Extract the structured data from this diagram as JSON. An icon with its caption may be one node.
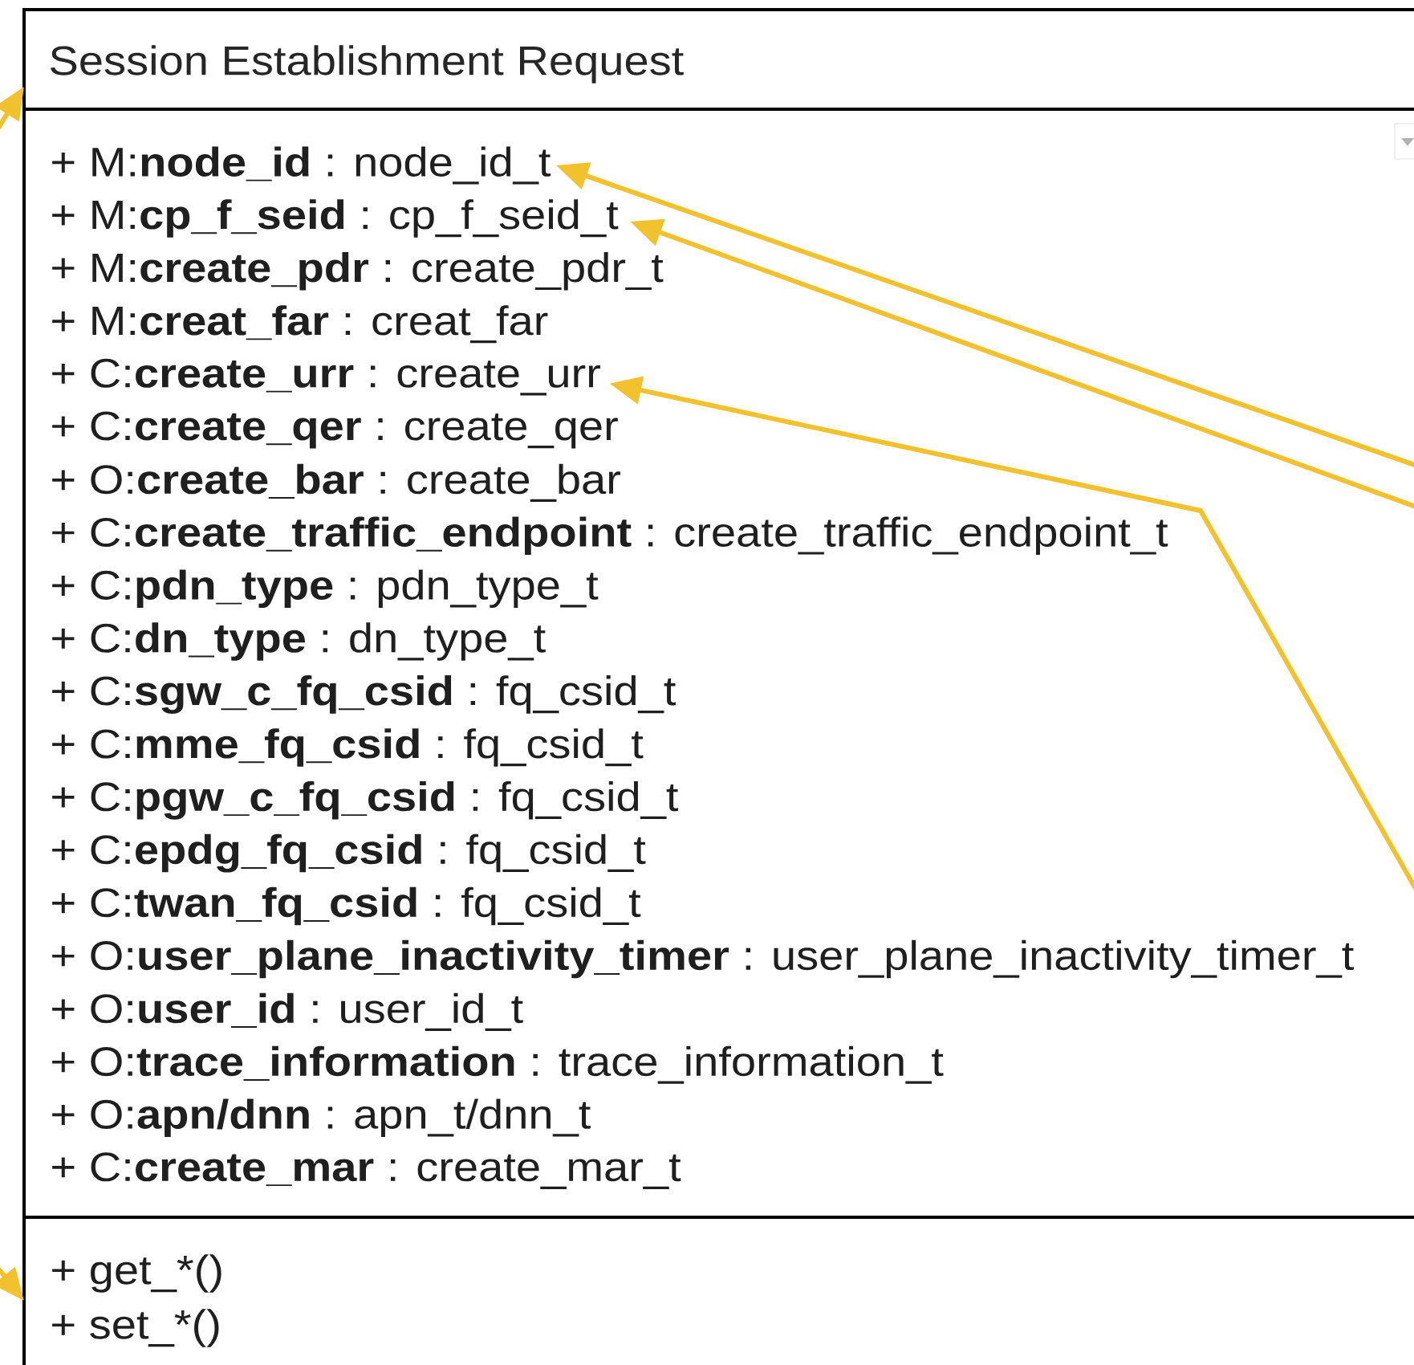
{
  "diagram": {
    "nodes": [
      {
        "text": [
          "Session Establishment Request"
        ]
      },
      {
        "text": [
          "+ M:**node_id** : node_id_t"
        ],
        "in": 0
      },
      {
        "text": [
          "+ M:**cp_f_seid** : cp_f_seid_t"
        ],
        "in": 0
      },
      {
        "text": [
          "+ M:**create_pdr** : create_pdr_t"
        ],
        "in": 0
      },
      {
        "text": [
          "+ M:**creat_far** : creat_far"
        ],
        "in": 0
      },
      {
        "text": [
          "+ C:**create_urr** : create_urr"
        ],
        "in": 0
      },
      {
        "text": [
          "+ C:**create_qer** : create_qer"
        ],
        "in": 0
      },
      {
        "text": [
          "+ O:**create_bar** : create_bar"
        ],
        "in": 0
      },
      {
        "text": [
          "+ C:**create_traffic_endpoint** : create_traffic_endpoint_t"
        ],
        "in": 0
      },
      {
        "text": [
          "+ C:**pdn_type** : pdn_type_t"
        ],
        "in": 0
      },
      {
        "text": [
          "+ C:**dn_type** : dn_type_t"
        ],
        "in": 0
      },
      {
        "text": [
          "+ C:**sgw_c_fq_csid** : fq_csid_t"
        ],
        "in": 0
      },
      {
        "text": [
          "+ C:**mme_fq_csid** : fq_csid_t"
        ],
        "in": 0
      },
      {
        "text": [
          "+ C:**pgw_c_fq_csid** : fq_csid_t"
        ],
        "in": 0
      },
      {
        "text": [
          "+ C:**epdg_fq_csid** : fq_csid_t"
        ],
        "in": 0
      },
      {
        "text": [
          "+ C:**twan_fq_csid** : fq_csid_t"
        ],
        "in": 0
      },
      {
        "text": [
          "+ O:**user_plane_inactivity_timer** : user_plane_inactivity_timer_t"
        ],
        "in": 0
      },
      {
        "text": [
          "+ O:**user_id** : user_id_t"
        ],
        "in": 0
      },
      {
        "text": [
          "+ O:**trace_information** : trace_information_t"
        ],
        "in": 0
      },
      {
        "text": [
          "+ O:**apn/dnn** : apn_t/dnn_t"
        ],
        "in": 0
      },
      {
        "text": [
          "+ C:**create_mar** : create_mar_t"
        ],
        "in": 0
      },
      {
        "text": [
          "+ get_*()"
        ],
        "in": 0
      },
      {
        "text": [
          "+ set_*()"
        ],
        "in": 0
      }
    ],
    "edges": [
      {
        "from": null,
        "to": 0,
        "arrow": "to"
      },
      {
        "from": null,
        "to": 1,
        "arrow": "to"
      },
      {
        "from": null,
        "to": 2,
        "arrow": "to"
      },
      {
        "from": null,
        "to": 5,
        "arrow": "to"
      },
      {
        "from": null,
        "to": 0,
        "arrow": "to"
      }
    ]
  }
}
